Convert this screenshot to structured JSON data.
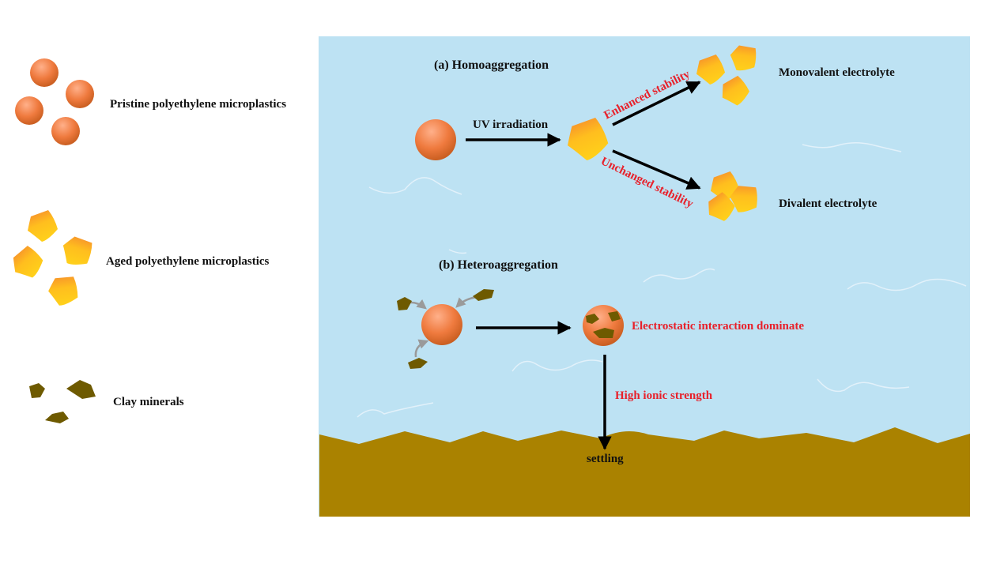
{
  "legend": {
    "pristine": "Pristine polyethylene microplastics",
    "aged": "Aged polyethylene microplastics",
    "clay": "Clay minerals"
  },
  "homoaggregation": {
    "title": "(a) Homoaggregation",
    "uv": "UV irradiation",
    "enhanced": "Enhanced stability",
    "unchanged": "Unchanged stability",
    "monovalent": "Monovalent electrolyte",
    "divalent": "Divalent electrolyte"
  },
  "heteroaggregation": {
    "title": "(b) Heteroaggregation",
    "electrostatic": "Electrostatic interaction dominate",
    "ionic": "High ionic strength",
    "settling": "settling"
  },
  "colors": {
    "water": "#bde2f3",
    "sediment": "#aa8200",
    "pristine": "#e8733a",
    "aged": "#ffc125",
    "clay": "#6e5a00",
    "emphasis": "#e8202a"
  }
}
